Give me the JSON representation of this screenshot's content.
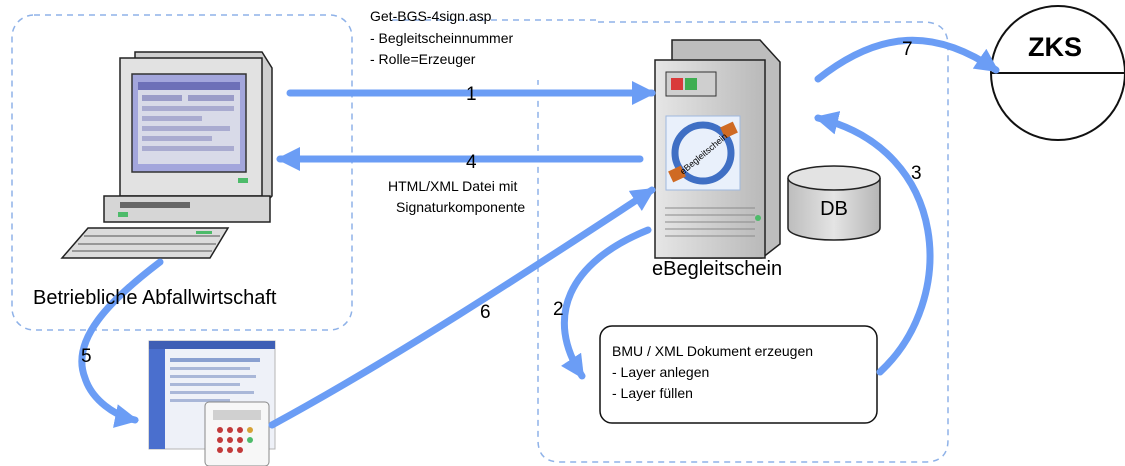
{
  "top_note": {
    "title": "Get-BGS-4sign.asp",
    "line1": "- Begleitscheinnummer",
    "line2": "- Rolle=Erzeuger"
  },
  "bottom_note": {
    "line1": "HTML/XML Datei mit",
    "line2": "Signaturkomponente"
  },
  "client_label": "Betriebliche Abfallwirtschaft",
  "server_label": "eBegleitschein",
  "logo_text": "eBegleitschein",
  "db_label": "DB",
  "zks_label": "ZKS",
  "doc_box": {
    "title": "BMU / XML Dokument erzeugen",
    "item1": "- Layer anlegen",
    "item2": "- Layer füllen"
  },
  "steps": [
    "1",
    "2",
    "3",
    "4",
    "5",
    "6",
    "7"
  ],
  "colors": {
    "arrow": "#6b9df5",
    "group_border": "#8fb2e8",
    "monitor_body": "#d0d0d0",
    "screen": "#9d9fd6",
    "server_body": "#c9c9c9",
    "db_body": "#cfcfcf"
  }
}
